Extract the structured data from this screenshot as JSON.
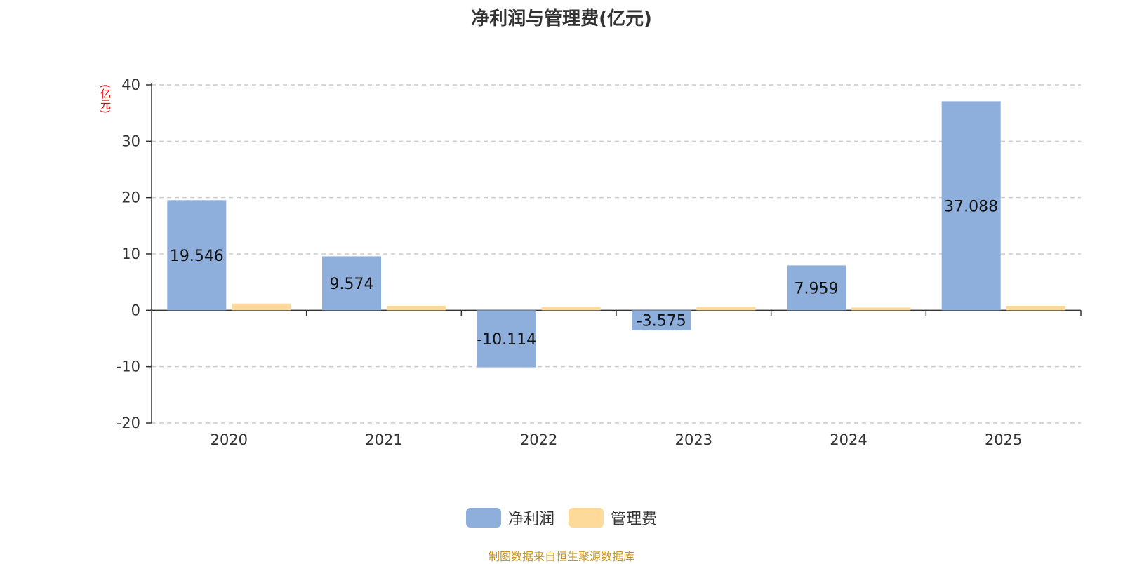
{
  "chart_data": {
    "type": "bar",
    "title": "净利润与管理费(亿元)",
    "ylabel": "(亿元)",
    "categories": [
      "2020",
      "2021",
      "2022",
      "2023",
      "2024",
      "2025"
    ],
    "series": [
      {
        "name": "净利润",
        "color": "#8eaedb",
        "values": [
          19.546,
          9.574,
          -10.114,
          -3.575,
          7.959,
          37.088
        ],
        "data_labels": [
          "19.546",
          "9.574",
          "-10.114",
          "-3.575",
          "7.959",
          "37.088"
        ]
      },
      {
        "name": "管理费",
        "color": "#fdd99a",
        "values": [
          1.2,
          0.8,
          0.6,
          0.6,
          0.5,
          0.8
        ]
      }
    ],
    "ylim": [
      -20,
      40
    ],
    "yticks": [
      -20,
      -10,
      0,
      10,
      20,
      30,
      40
    ],
    "grid": true,
    "legend_position": "bottom-center"
  },
  "source_note": "制图数据来自恒生聚源数据库"
}
